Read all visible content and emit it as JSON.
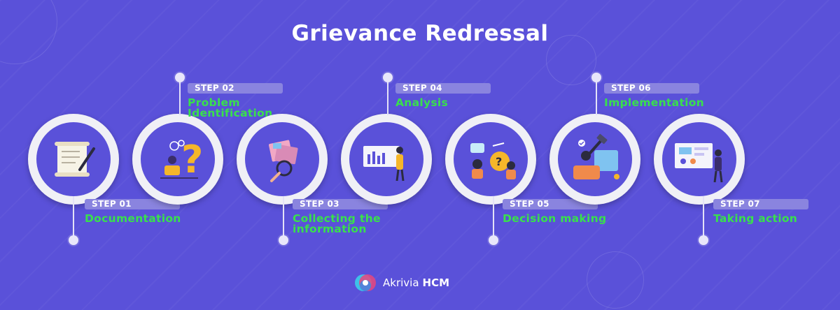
{
  "title": "Grievance Redressal",
  "steps": [
    {
      "badge": "STEP 01",
      "label": "Documentation",
      "icon": "document-pen-icon"
    },
    {
      "badge": "STEP 02",
      "label": "Problem Identification",
      "icon": "question-mark-person-icon"
    },
    {
      "badge": "STEP 03",
      "label": "Collecting the information",
      "icon": "magnifier-papers-icon"
    },
    {
      "badge": "STEP 04",
      "label": "Analysis",
      "icon": "analysis-board-icon"
    },
    {
      "badge": "STEP 05",
      "label": "Decision making",
      "icon": "decision-people-icon"
    },
    {
      "badge": "STEP 06",
      "label": "Implementation",
      "icon": "implementation-hammer-icon"
    },
    {
      "badge": "STEP 07",
      "label": "Taking action",
      "icon": "action-presentation-icon"
    }
  ],
  "brand": {
    "name": "Akrivia",
    "suffix": "HCM",
    "icon": "akrivia-logo-icon"
  },
  "colors": {
    "background": "#5a51d9",
    "accent_green": "#39e04c",
    "badge": "#8a84df",
    "node_ring": "#f0f0f6"
  }
}
